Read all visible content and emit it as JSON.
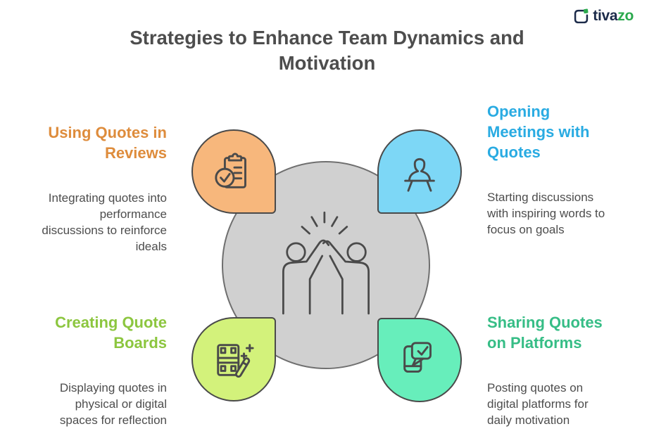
{
  "brand": {
    "name_prefix": "tiva",
    "name_suffix": "zo",
    "icon": "tivazo-frame-icon"
  },
  "title": "Strategies to Enhance Team Dynamics and\nMotivation",
  "center": {
    "icon": "high-five-icon"
  },
  "sections": {
    "top_left": {
      "heading": "Using Quotes in\nReviews",
      "body": "Integrating quotes into\nperformance\ndiscussions to reinforce\nideals",
      "icon": "clipboard-check-icon"
    },
    "top_right": {
      "heading": "Opening\nMeetings with\nQuotes",
      "body": "Starting discussions\nwith inspiring words to\nfocus on goals",
      "icon": "speaker-podium-icon"
    },
    "bottom_left": {
      "heading": "Creating Quote\nBoards",
      "body": "Displaying quotes in\nphysical or digital\nspaces for reflection",
      "icon": "quote-board-wand-icon"
    },
    "bottom_right": {
      "heading": "Sharing Quotes\non Platforms",
      "body": "Posting quotes on\ndigital platforms for\ndaily motivation",
      "icon": "phone-chat-check-icon"
    }
  },
  "colors": {
    "ink": "#4A4A4A",
    "title-ink": "#4D4D4D",
    "body-ink": "#4D4D4D",
    "heading-orange": "#DE8C3C",
    "heading-blue": "#29ABE2",
    "heading-lime": "#8CC63F",
    "heading-emerald": "#36BD86",
    "pod-orange": "#F7B77C",
    "pod-blue": "#7DD7F6",
    "pod-lime": "#D3F27B",
    "pod-mint": "#67EEBB",
    "circle-fill": "#D0D0D0",
    "circle-stroke": "#6F6F6F",
    "logo-navy": "#1C2B4A",
    "logo-green": "#2BA94D"
  }
}
